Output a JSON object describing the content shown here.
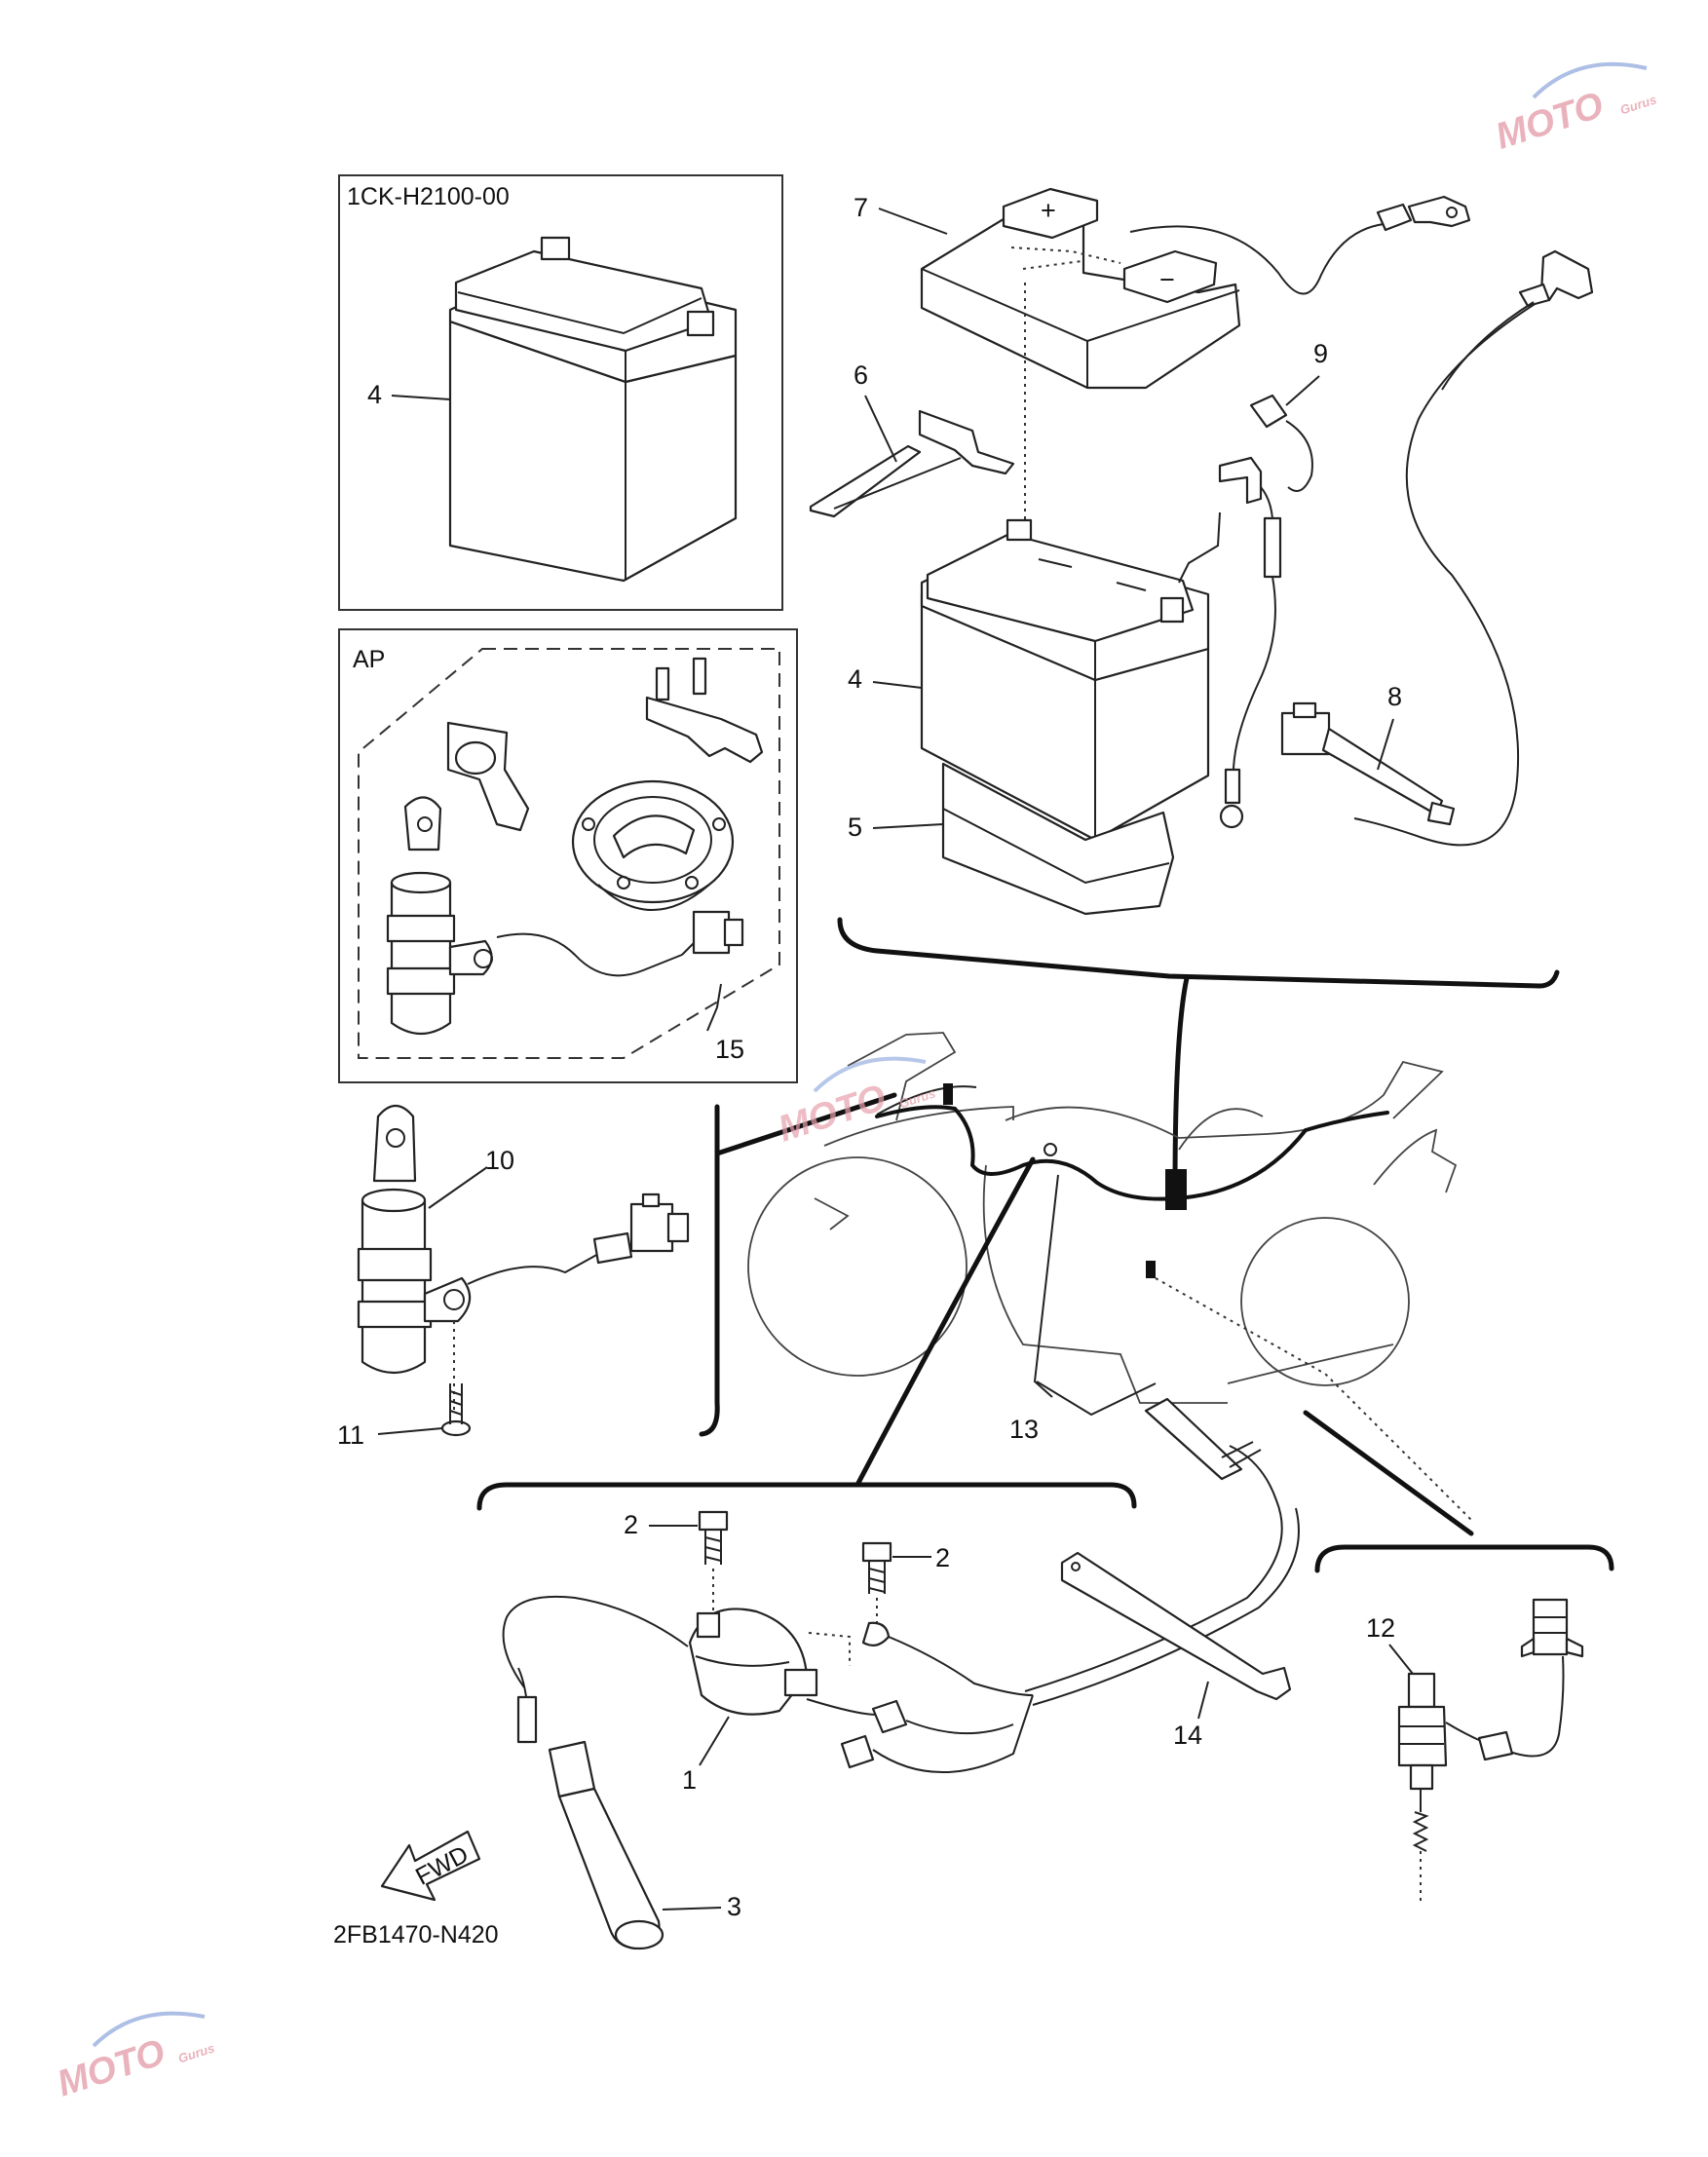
{
  "diagram": {
    "boxes": {
      "battery_option_code": "1CK-H2100-00",
      "accessory_label": "AP"
    },
    "part_numbers": {
      "p1": "1",
      "p2a": "2",
      "p2b": "2",
      "p3": "3",
      "p4_box": "4",
      "p4": "4",
      "p5": "5",
      "p6": "6",
      "p7": "7",
      "p8": "8",
      "p9": "9",
      "p10": "10",
      "p11": "11",
      "p12": "12",
      "p13": "13",
      "p14": "14",
      "p15": "15"
    },
    "direction_arrow": "FWD",
    "drawing_code": "2FB1470-N420"
  },
  "watermark": {
    "brand": "MOTO",
    "sub": "Gurus",
    "color": "#e6a0ac"
  }
}
